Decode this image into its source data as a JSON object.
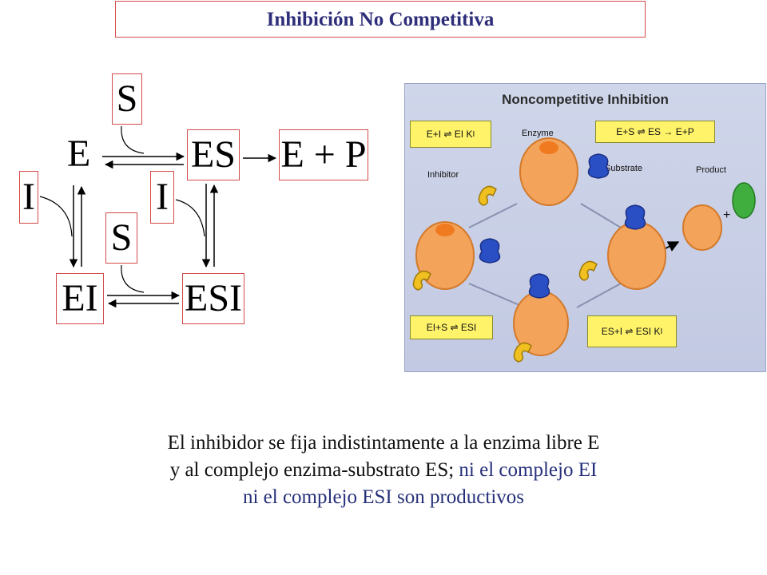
{
  "title": {
    "part1": "Inhibición ",
    "part2": "No",
    "part3": " Competitiva"
  },
  "scheme": {
    "e": "E",
    "es": "ES",
    "ep": "E + P",
    "i_left": "I",
    "i_right": "I",
    "s_top": "S",
    "s_mid": "S",
    "ei": "EI",
    "esi": "ESI"
  },
  "illustration": {
    "title": "Noncompetitive Inhibition",
    "labels": {
      "enzyme": "Enzyme",
      "substrate": "Substrate",
      "inhibitor": "Inhibitor",
      "product": "Product",
      "plus": "+"
    },
    "eq_top_left": {
      "left": "E+I",
      "right": "EI",
      "k": "K"
    },
    "eq_top_right": {
      "a": "E+S",
      "b": "ES",
      "c": "E+P"
    },
    "eq_bottom_left": {
      "left": "EI+S",
      "right": "ESI"
    },
    "eq_bottom_right": {
      "left": "ES+I",
      "right": "ESI",
      "k": "K"
    },
    "k_sub": "I",
    "colors": {
      "enzyme": "#f4a35a",
      "substrate": "#2a4fc4",
      "inhibitor": "#f0c020",
      "product": "#3fae3f",
      "box": "#fff36a"
    }
  },
  "caption": {
    "line1": "El inhibidor se fija indistintamente a la enzima libre E",
    "line2a": "y al complejo enzima-substrato ES; ",
    "line2b": "ni el complejo EI",
    "line3": "ni el complejo ESI son productivos"
  }
}
